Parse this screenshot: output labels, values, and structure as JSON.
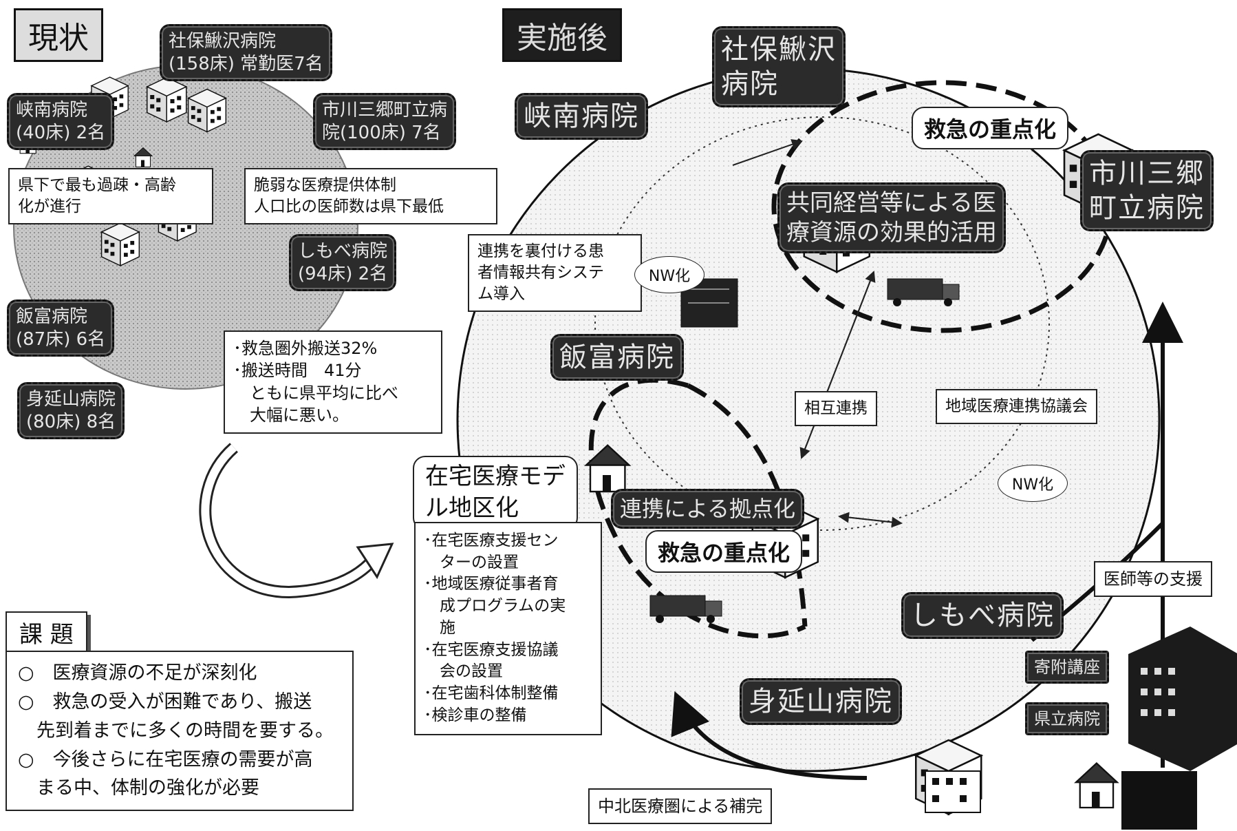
{
  "left_panel": {
    "header": "現状",
    "hospitals": {
      "shaho": "社保鰍沢病院\n(158床) 常勤医7名",
      "kyonan": "峡南病院\n(40床) 2名",
      "ichikawa": "市川三郷町立病\n院(100床) 7名",
      "shimobe": "しもべ病院\n(94床) 2名",
      "iitomi": "飯富病院\n(87床) 6名",
      "minobu": "身延山病院\n(80床) 8名"
    },
    "notes": {
      "depopulation": "県下で最も過疎・高齢\n化が進行",
      "weak_system": "脆弱な医療提供体制\n人口比の医師数は県下最低",
      "emergency": "･救急圏外搬送32%\n･搬送時間　41分\n　ともに県平均に比べ\n　大幅に悪い。"
    }
  },
  "issues": {
    "title": "課 題",
    "items": [
      "○　医療資源の不足が深刻化",
      "○　救急の受入が困難であり、搬送\n　先到着までに多くの時間を要する。",
      "○　今後さらに在宅医療の需要が高\n　まる中、体制の強化が必要"
    ]
  },
  "right_panel": {
    "header": "実施後",
    "hospitals": {
      "shaho": "社保鰍沢\n病院",
      "kyonan": "峡南病院",
      "ichikawa": "市川三郷\n町立病院",
      "iitomi": "飯富病院",
      "shimobe": "しもべ病院",
      "minobu": "身延山病院"
    },
    "labels": {
      "emergency_focus_top": "救急の重点化",
      "joint_management": "共同経営等による医\n療資源の効果的活用",
      "info_sharing": "連携を裏付ける患\n者情報共有システ\nム導入",
      "nw_top": "NW化",
      "nw_bottom": "NW化",
      "mutual": "相互連携",
      "council": "地域医療連携協議会",
      "home_model": "在宅医療モデ\nル地区化",
      "hub": "連携による拠点化",
      "emergency_focus_bottom": "救急の重点化",
      "doctor_support": "医師等の支援",
      "complement": "中北医療圏による補完",
      "endowed": "寄附講座",
      "kenritsu": "県立病院"
    },
    "home_model_items": [
      "･在宅医療支援セン\n　ターの設置",
      "･地域医療従事者育\n　成プログラムの実\n　施",
      "･在宅医療支援協議\n　会の設置",
      "･在宅歯科体制整備",
      "･検診車の整備"
    ]
  }
}
